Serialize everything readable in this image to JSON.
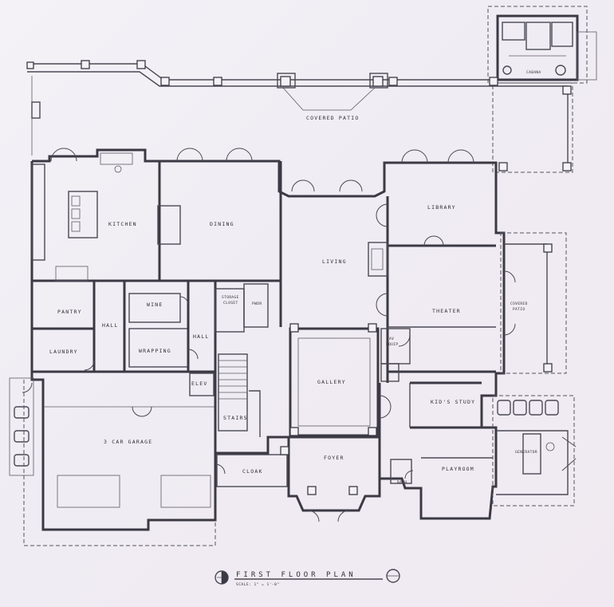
{
  "rooms": {
    "covered_patio_rear": "COVERED PATIO",
    "cabana": "CABANA",
    "kitchen": "KITCHEN",
    "dining": "DINING",
    "living": "LIVING",
    "library": "LIBRARY",
    "theater": "THEATER",
    "covered_patio_side_1": "COVERED",
    "covered_patio_side_2": "PATIO",
    "pantry": "PANTRY",
    "laundry": "LAUNDRY",
    "hall_west": "HALL",
    "hall_center": "HALL",
    "wine": "WINE",
    "wrapping": "WRAPPING",
    "storage_closet_1": "STORAGE",
    "storage_closet_2": "CLOSET",
    "powder": "PWDR",
    "elevator": "ELEV",
    "stairs": "STAIRS",
    "gallery": "GALLERY",
    "av_equip_1": "AV",
    "av_equip_2": "EQUIP",
    "kids_study": "KID'S STUDY",
    "garage": "3 CAR GARAGE",
    "cloak": "CLOAK",
    "foyer": "FOYER",
    "bath": "BATH",
    "playroom": "PLAYROOM",
    "generator": "GENERATOR"
  },
  "title": {
    "main": "FIRST FLOOR PLAN",
    "scale": "SCALE: 1\" = 1'-0\""
  },
  "colors": {
    "paper": "#f1eef5",
    "ink": "#3b3a44"
  }
}
